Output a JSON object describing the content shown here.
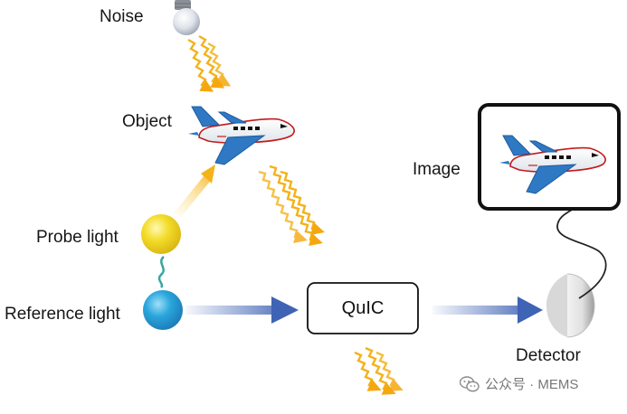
{
  "labels": {
    "noise": "Noise",
    "object": "Object",
    "probe_light": "Probe light",
    "reference_light": "Reference light",
    "quic": "QuIC",
    "image": "Image",
    "detector": "Detector"
  },
  "watermark": {
    "text": "公众号 · MEMS"
  },
  "colors": {
    "probe": "#f0d020",
    "reference": "#2a9fd8",
    "beam_blue": "#3f63b5",
    "beam_yellow": "#f5b31a",
    "frame": "#111111"
  }
}
